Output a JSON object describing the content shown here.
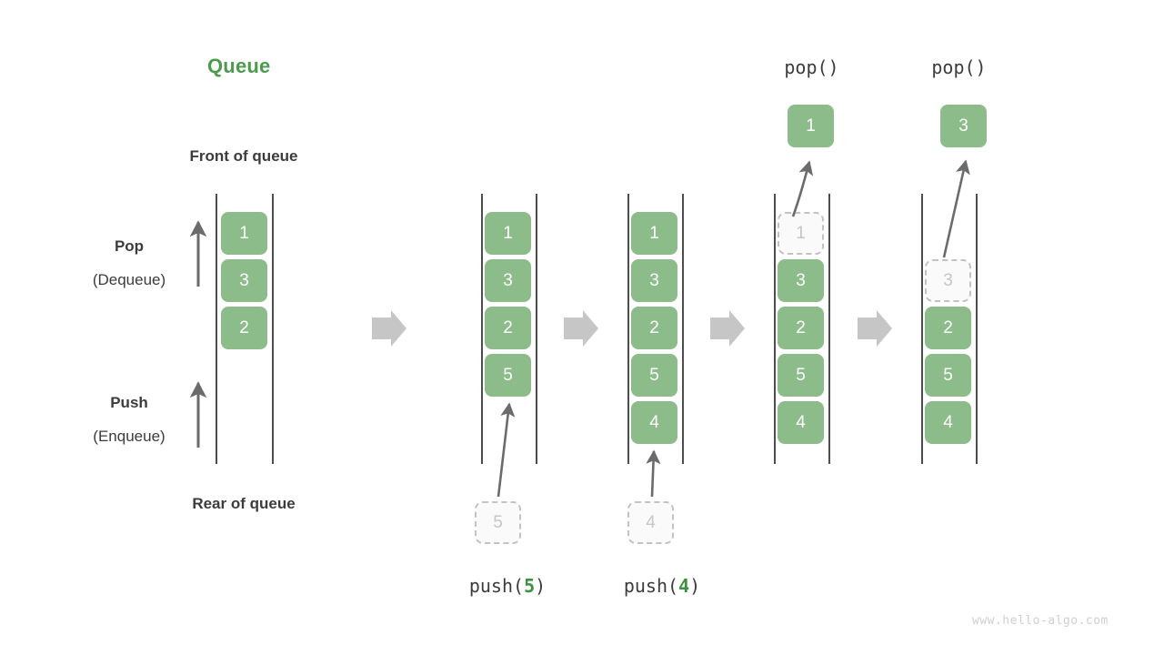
{
  "diagram": {
    "title": "Queue",
    "watermark": "www.hello-algo.com",
    "labels": {
      "front": "Front of queue",
      "rear": "Rear of queue",
      "pop_main": "Pop",
      "pop_sub": "(Dequeue)",
      "push_main": "Push",
      "push_sub": "(Enqueue)"
    },
    "operations": {
      "push5_prefix": "push(",
      "push5_arg": "5",
      "push5_suffix": ")",
      "push4_prefix": "push(",
      "push4_arg": "4",
      "push4_suffix": ")",
      "pop1_label": "pop()",
      "pop2_label": "pop()"
    },
    "colors": {
      "accent_green": "#4c9a4c",
      "cell_green": "#8cbc8a",
      "ghost_border": "#c2c2c2",
      "ghost_text": "#c6c6c6",
      "rail": "#4d4d4d",
      "arrow_gray": "#6b6b6b",
      "step_arrow": "#c6c6c6",
      "text": "#3c3c3c",
      "watermark": "#cfcfcf"
    },
    "columns": [
      {
        "name": "initial-queue",
        "cells": [
          {
            "value": "1",
            "state": "filled"
          },
          {
            "value": "3",
            "state": "filled"
          },
          {
            "value": "2",
            "state": "filled"
          }
        ]
      },
      {
        "name": "after-push-5",
        "cells": [
          {
            "value": "1",
            "state": "filled"
          },
          {
            "value": "3",
            "state": "filled"
          },
          {
            "value": "2",
            "state": "filled"
          },
          {
            "value": "5",
            "state": "filled"
          }
        ],
        "incoming": {
          "value": "5",
          "state": "ghost"
        }
      },
      {
        "name": "after-push-4",
        "cells": [
          {
            "value": "1",
            "state": "filled"
          },
          {
            "value": "3",
            "state": "filled"
          },
          {
            "value": "2",
            "state": "filled"
          },
          {
            "value": "5",
            "state": "filled"
          },
          {
            "value": "4",
            "state": "filled"
          }
        ],
        "incoming": {
          "value": "4",
          "state": "ghost"
        }
      },
      {
        "name": "after-pop-1",
        "cells": [
          {
            "value": "1",
            "state": "ghost"
          },
          {
            "value": "3",
            "state": "filled"
          },
          {
            "value": "2",
            "state": "filled"
          },
          {
            "value": "5",
            "state": "filled"
          },
          {
            "value": "4",
            "state": "filled"
          }
        ],
        "outgoing": {
          "value": "1",
          "state": "filled"
        }
      },
      {
        "name": "after-pop-3",
        "cells": [
          {
            "value": "3",
            "state": "ghost"
          },
          {
            "value": "2",
            "state": "filled"
          },
          {
            "value": "5",
            "state": "filled"
          },
          {
            "value": "4",
            "state": "filled"
          }
        ],
        "outgoing": {
          "value": "3",
          "state": "filled"
        }
      }
    ]
  }
}
